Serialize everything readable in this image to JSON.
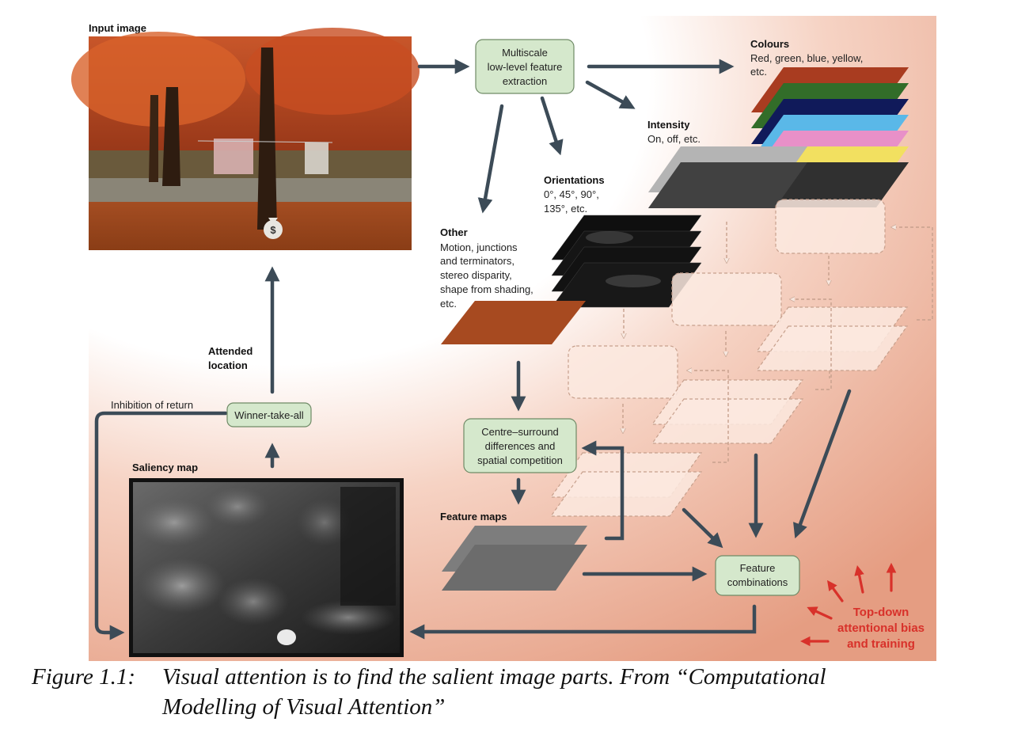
{
  "labels": {
    "input_image": "Input image",
    "multiscale": [
      "Multiscale",
      "low-level feature",
      "extraction"
    ],
    "colours_title": "Colours",
    "colours_desc": [
      "Red, green, blue, yellow,",
      "etc."
    ],
    "intensity_title": "Intensity",
    "intensity_desc": "On, off, etc.",
    "orientations_title": "Orientations",
    "orientations_desc": [
      "0°, 45°, 90°,",
      "135°, etc."
    ],
    "other_title": "Other",
    "other_desc": [
      "Motion, junctions",
      "and terminators,",
      "stereo disparity,",
      "shape from shading,",
      "etc."
    ],
    "attended_location": [
      "Attended",
      "location"
    ],
    "inhibition_of_return": "Inhibition of return",
    "winner_take_all": "Winner-take-all",
    "saliency_map": "Saliency map",
    "centre_surround": [
      "Centre–surround",
      "differences and",
      "spatial competition"
    ],
    "feature_maps": "Feature maps",
    "feature_combinations": [
      "Feature",
      "combinations"
    ],
    "top_down": [
      "Top-down",
      "attentional bias",
      "and training"
    ]
  },
  "caption": {
    "number": "Figure 1.1:",
    "line1": "Visual attention is to find the salient image parts. From “Computational",
    "line2": "Modelling of Visual Attention”"
  },
  "colors": {
    "arrow": "#3c4b57",
    "box_fill": "#d5e8cc",
    "box_stroke": "#6f8a66",
    "background_warm": "#e8a286",
    "red_text": "#d8312a"
  },
  "icons": {
    "money_bag": "money-bag-icon"
  }
}
